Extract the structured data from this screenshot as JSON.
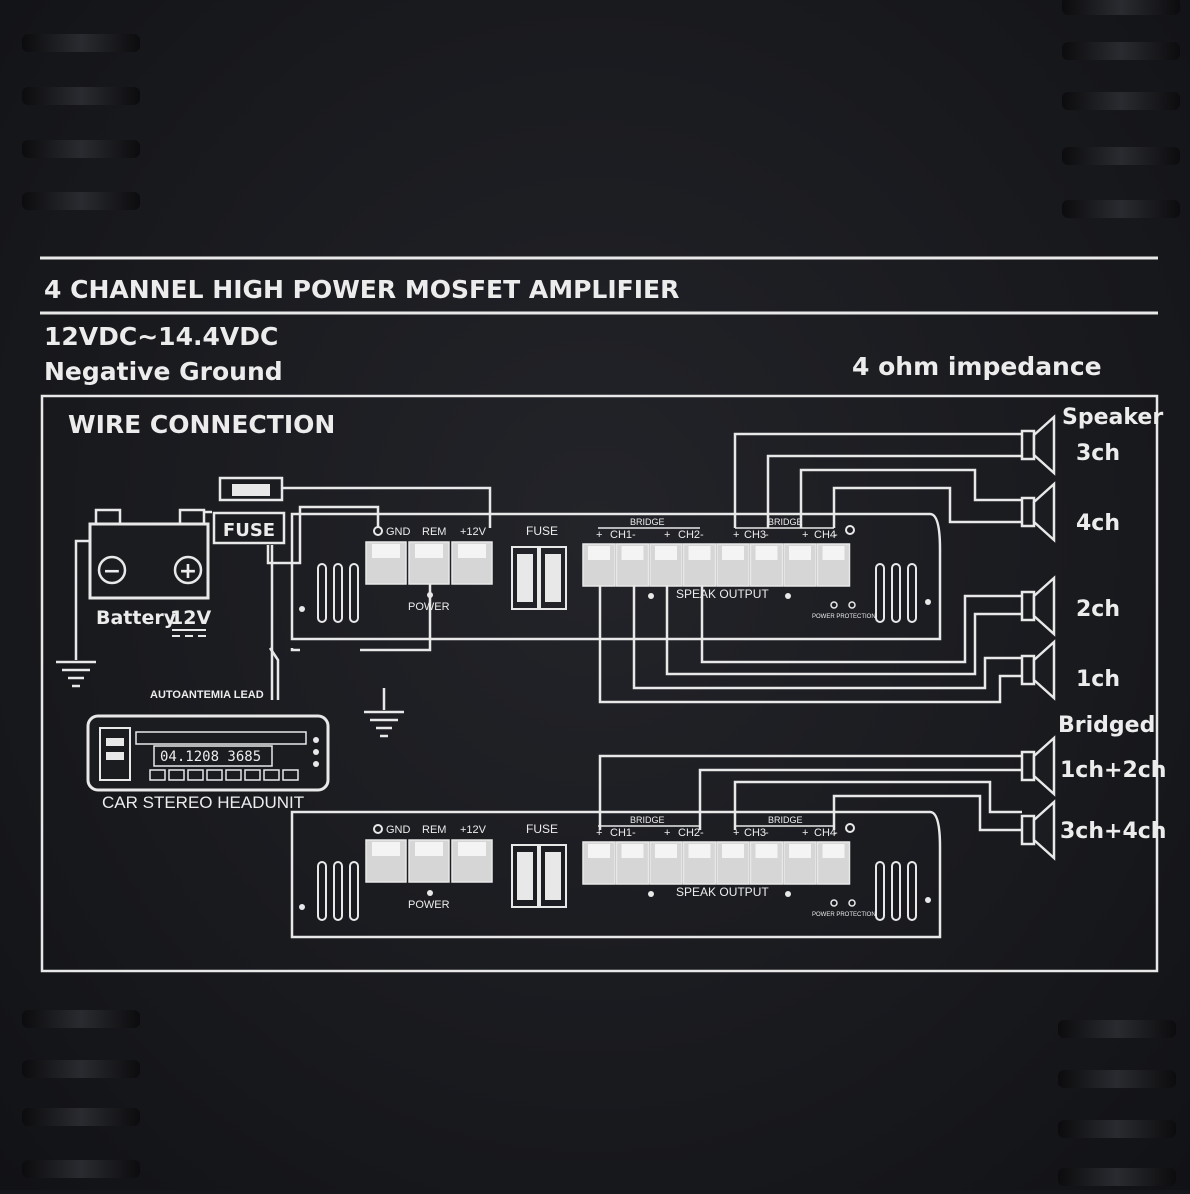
{
  "header": {
    "title": "4 CHANNEL HIGH POWER MOSFET AMPLIFIER",
    "voltage": "12VDC~14.4VDC",
    "ground": "Negative  Ground",
    "impedance": "4  ohm  impedance"
  },
  "diagram": {
    "section_title": "WIRE  CONNECTION",
    "fuse_label": "FUSE",
    "battery": {
      "minus": "−",
      "plus": "+",
      "label": "Battery",
      "voltage": "12V"
    },
    "headunit": {
      "antenna_label": "AUTOANTEMIA LEAD",
      "display": "04.1208  3685",
      "label": "CAR STEREO HEADUNIT"
    },
    "amp": {
      "gnd": "GND",
      "rem": "REM",
      "v12": "+12V",
      "power": "POWER",
      "fuse": "FUSE",
      "bridge": "BRIDGE",
      "ch1": "CH1",
      "ch2": "CH2",
      "ch3": "CH3",
      "ch4": "CH4",
      "plus": "+",
      "minus": "-",
      "speak_output": "SPEAK  OUTPUT",
      "power_protection": "POWER  PROTECTION"
    },
    "speakers": {
      "heading": "Speaker",
      "ch3": "3ch",
      "ch4": "4ch",
      "ch2": "2ch",
      "ch1": "1ch"
    },
    "bridged": {
      "heading": "Bridged",
      "ch12": "1ch+2ch",
      "ch34": "3ch+4ch"
    }
  }
}
